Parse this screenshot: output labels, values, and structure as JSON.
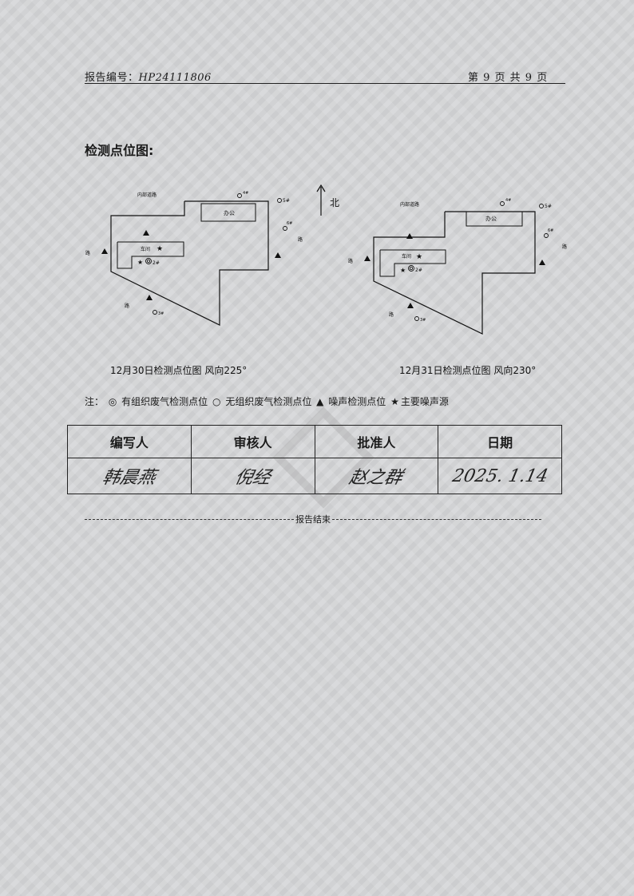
{
  "header": {
    "report_label": "报告编号：",
    "report_number": "HP24111806",
    "page_info": "第 9 页 共 9 页"
  },
  "section_title": "检测点位图:",
  "compass": {
    "label": "北"
  },
  "map_labels": {
    "road_inner": "内部道路",
    "office": "办公",
    "workshop": "车间",
    "road": "路",
    "p2": "2#",
    "p3": "3#",
    "p4": "4#",
    "p5": "5#",
    "p6": "6#"
  },
  "captions": {
    "left": "12月30日检测点位图  风向225°",
    "right": "12月31日检测点位图  风向230°"
  },
  "legend": {
    "prefix": "注：",
    "organized_symbol": "◎",
    "organized": "有组织废气检测点位",
    "unorganized_symbol": "○",
    "unorganized": "无组织废气检测点位",
    "noise_symbol": "▲",
    "noise": "噪声检测点位",
    "source_symbol": "★",
    "source": "主要噪声源"
  },
  "sign_table": {
    "headers": [
      "编写人",
      "审核人",
      "批准人",
      "日期"
    ],
    "signatures": [
      "韩晨燕",
      "倪经",
      "赵之群",
      "2025. 1.14"
    ]
  },
  "end_text": "报告结束"
}
